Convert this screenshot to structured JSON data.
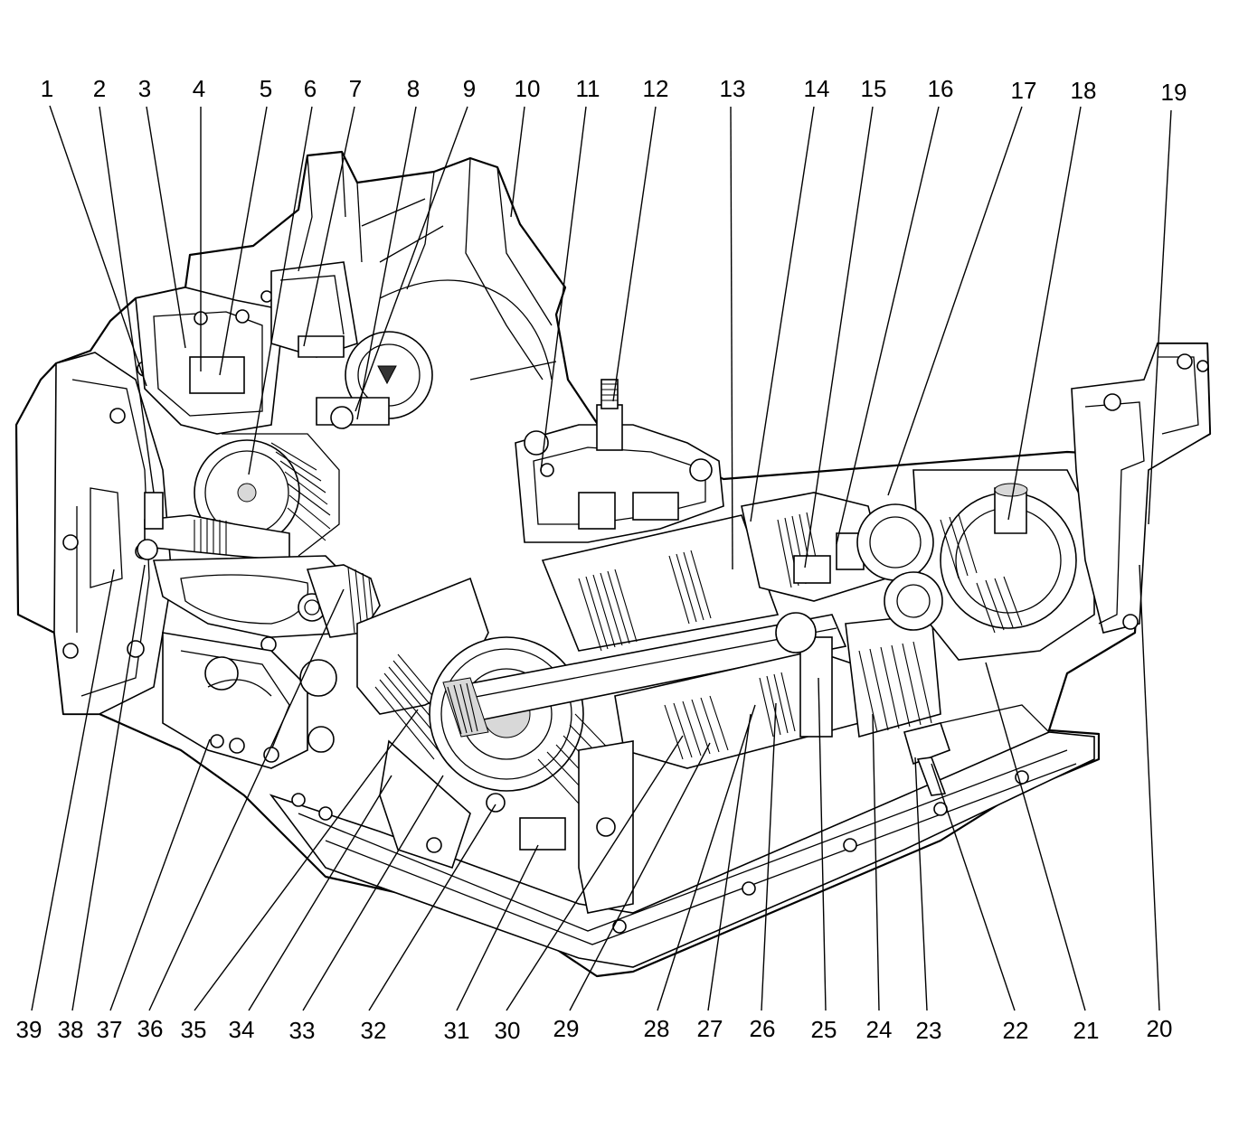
{
  "labels": {
    "top": [
      "1",
      "2",
      "3",
      "4",
      "5",
      "6",
      "7",
      "8",
      "9",
      "10",
      "11",
      "12",
      "13",
      "14",
      "15",
      "16",
      "17",
      "18",
      "19"
    ],
    "bottom": [
      "39",
      "38",
      "37",
      "36",
      "35",
      "34",
      "33",
      "32",
      "31",
      "30",
      "29",
      "28",
      "27",
      "26",
      "25",
      "24",
      "23",
      "22",
      "21",
      "20"
    ]
  }
}
